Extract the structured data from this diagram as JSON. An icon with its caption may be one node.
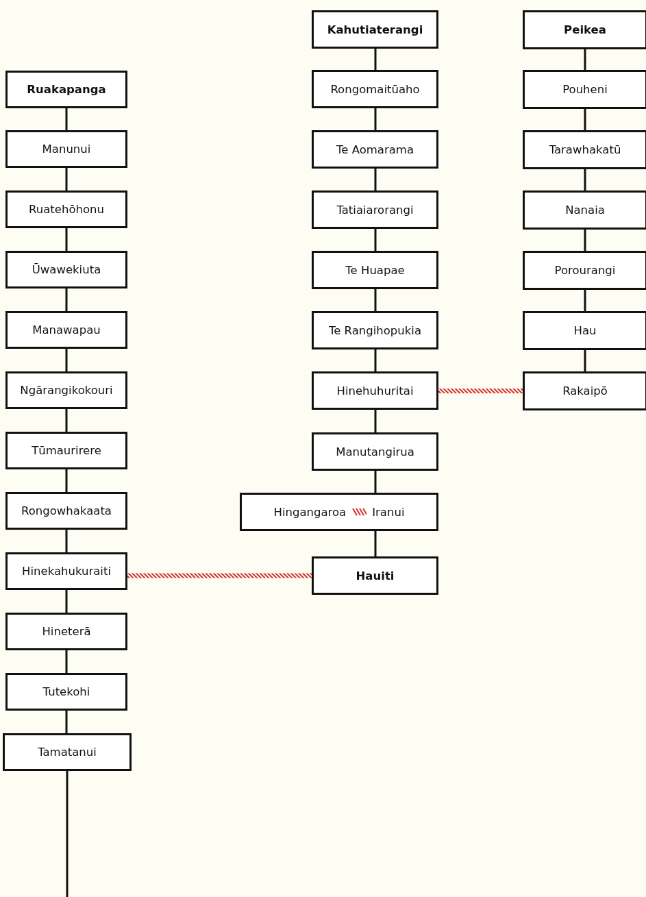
{
  "diagram": {
    "nodes": [
      {
        "text": [
          "Ruakapanga"
        ]
      },
      {
        "text": [
          "Manunui"
        ]
      },
      {
        "text": [
          "Ruatehōhonu"
        ]
      },
      {
        "text": [
          "Ūwawekiuta"
        ]
      },
      {
        "text": [
          "Manawapau"
        ]
      },
      {
        "text": [
          "Ngārangikokouri"
        ]
      },
      {
        "text": [
          "Tūmaurirere"
        ]
      },
      {
        "text": [
          "Rongowhakaata"
        ]
      },
      {
        "text": [
          "Hinekahukuraiti"
        ]
      },
      {
        "text": [
          "Hineterā"
        ]
      },
      {
        "text": [
          "Tutekohi"
        ]
      },
      {
        "text": [
          "Tamatanui"
        ]
      },
      {
        "text": [
          "Kahutiaterangi"
        ]
      },
      {
        "text": [
          "Rongomaitūaho"
        ]
      },
      {
        "text": [
          "Te Aomarama"
        ]
      },
      {
        "text": [
          "Tatiaiarorangi"
        ]
      },
      {
        "text": [
          "Te Huapae"
        ]
      },
      {
        "text": [
          "Te Rangihopukia"
        ]
      },
      {
        "text": [
          "Hinehuhuritai"
        ]
      },
      {
        "text": [
          "Manutangirua"
        ]
      },
      {
        "text": [
          "Hingangaroa",
          "Iranui"
        ]
      },
      {
        "text": [
          "Hauiti"
        ]
      },
      {
        "text": [
          "Peikea"
        ]
      },
      {
        "text": [
          "Pouheni"
        ]
      },
      {
        "text": [
          "Tarawhakatū"
        ]
      },
      {
        "text": [
          "Nanaia"
        ]
      },
      {
        "text": [
          "Porourangi"
        ]
      },
      {
        "text": [
          "Hau"
        ]
      },
      {
        "text": [
          "Rakaipō"
        ]
      }
    ],
    "edges": [
      {
        "from": 0,
        "to": 1,
        "arrow": "none"
      },
      {
        "from": 1,
        "to": 2,
        "arrow": "none"
      },
      {
        "from": 2,
        "to": 3,
        "arrow": "none"
      },
      {
        "from": 3,
        "to": 4,
        "arrow": "none"
      },
      {
        "from": 4,
        "to": 5,
        "arrow": "none"
      },
      {
        "from": 5,
        "to": 6,
        "arrow": "none"
      },
      {
        "from": 6,
        "to": 7,
        "arrow": "none"
      },
      {
        "from": 7,
        "to": 8,
        "arrow": "none"
      },
      {
        "from": 8,
        "to": 9,
        "arrow": "none"
      },
      {
        "from": 9,
        "to": 10,
        "arrow": "none"
      },
      {
        "from": 10,
        "to": 11,
        "arrow": "none"
      },
      {
        "from": 11,
        "to": null,
        "arrow": "none"
      },
      {
        "from": 12,
        "to": 13,
        "arrow": "none"
      },
      {
        "from": 13,
        "to": 14,
        "arrow": "none"
      },
      {
        "from": 14,
        "to": 15,
        "arrow": "none"
      },
      {
        "from": 15,
        "to": 16,
        "arrow": "none"
      },
      {
        "from": 16,
        "to": 17,
        "arrow": "none"
      },
      {
        "from": 17,
        "to": 18,
        "arrow": "none"
      },
      {
        "from": 18,
        "to": 19,
        "arrow": "none"
      },
      {
        "from": 19,
        "to": 20,
        "arrow": "none"
      },
      {
        "from": 20,
        "to": 21,
        "arrow": "none"
      },
      {
        "from": 22,
        "to": 23,
        "arrow": "none"
      },
      {
        "from": 23,
        "to": 24,
        "arrow": "none"
      },
      {
        "from": 24,
        "to": 25,
        "arrow": "none"
      },
      {
        "from": 25,
        "to": 26,
        "arrow": "none"
      },
      {
        "from": 26,
        "to": 27,
        "arrow": "none"
      },
      {
        "from": 27,
        "to": 28,
        "arrow": "none"
      },
      {
        "from": 18,
        "to": 28,
        "arrow": "none",
        "color": "#d42a2a"
      },
      {
        "from": 8,
        "to": 21,
        "arrow": "none",
        "color": "#d42a2a"
      }
    ]
  }
}
